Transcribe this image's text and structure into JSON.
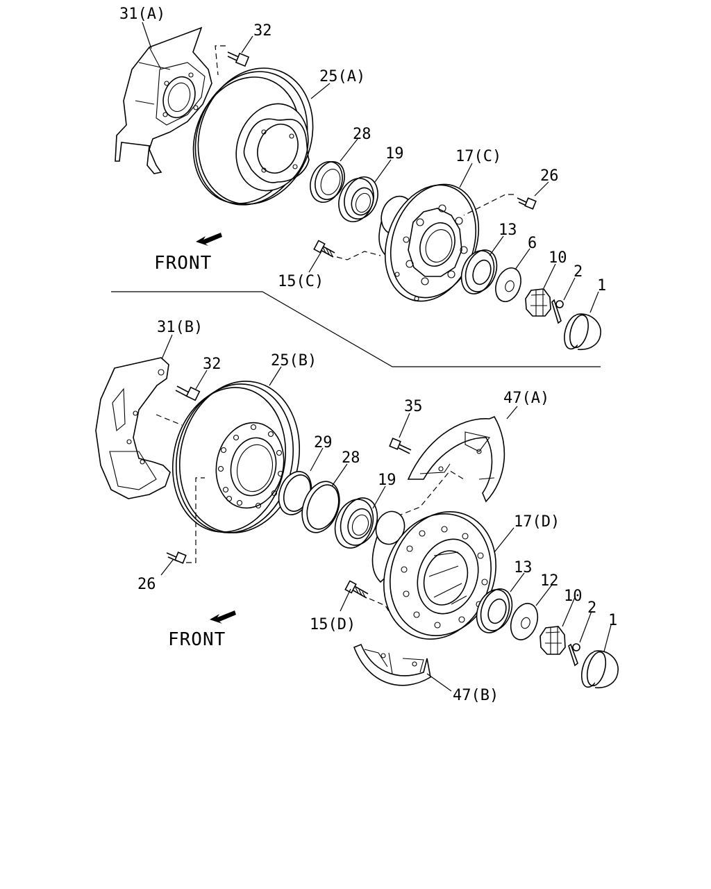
{
  "upper_assembly": {
    "front_label": "FRONT",
    "labels": {
      "dust_cover": "31(A)",
      "bolt_32": "32",
      "disc": "25(A)",
      "seal_28": "28",
      "bearing_19": "19",
      "hub": "17(C)",
      "bolt_26": "26",
      "stud": "15(C)",
      "bearing_13": "13",
      "washer_6": "6",
      "nut_10": "10",
      "pin_2": "2",
      "cap_1": "1"
    }
  },
  "lower_assembly": {
    "front_label": "FRONT",
    "labels": {
      "dust_cover": "31(B)",
      "bolt_32": "32",
      "disc": "25(B)",
      "ring_29": "29",
      "seal_28": "28",
      "bearing_19": "19",
      "bolt_35": "35",
      "cover_upper": "47(A)",
      "hub": "17(D)",
      "bearing_13": "13",
      "washer_12": "12",
      "nut_10": "10",
      "pin_2": "2",
      "cap_1": "1",
      "bolt_26": "26",
      "stud": "15(D)",
      "cover_lower": "47(B)"
    }
  }
}
